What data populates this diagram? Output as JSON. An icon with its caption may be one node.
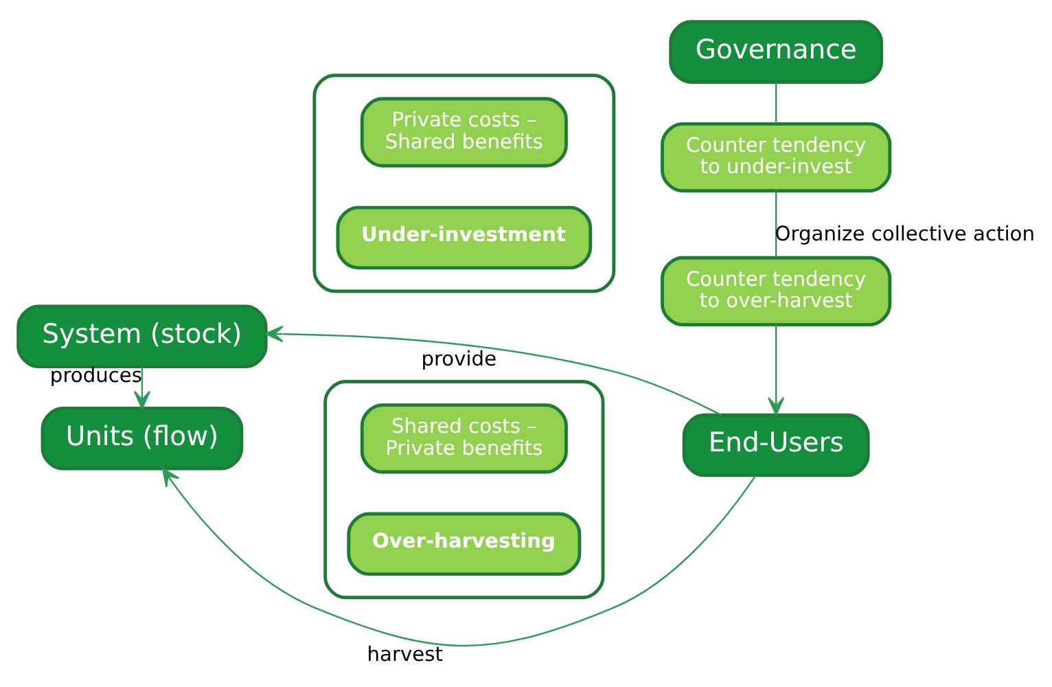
{
  "diagram": {
    "nodes": [
      {
        "text": [
          "System (stock)"
        ]
      },
      {
        "text": [
          "Governance"
        ]
      },
      {
        "text": [],
        "shape": "box"
      },
      {
        "text": [
          "Private costs – Shared benefits"
        ],
        "in": 2
      },
      {
        "text": [
          "Under-investment"
        ],
        "in": 2
      },
      {
        "text": [
          "Counter tendency to under-invest"
        ]
      },
      {
        "text": [
          "Counter tendency to over-harvest"
        ]
      },
      {
        "text": [],
        "shape": "box"
      },
      {
        "text": [
          "Shared costs – Private benefits"
        ],
        "in": 7
      },
      {
        "text": [
          "Over-harvesting"
        ],
        "in": 7
      },
      {
        "text": [
          "Units (flow)"
        ]
      },
      {
        "text": [
          "End-Users"
        ]
      }
    ],
    "edges": [
      {
        "from": 0,
        "to": 10,
        "label": "produces",
        "arrow": "to"
      },
      {
        "from": 11,
        "to": 0,
        "label": "provide",
        "arrow": "to"
      },
      {
        "from": 11,
        "to": 10,
        "label": "harvest",
        "arrow": "to"
      },
      {
        "from": 1,
        "to": 5,
        "arrow": "none"
      },
      {
        "from": 5,
        "to": 6,
        "label": "Organize collective action",
        "arrow": "none"
      },
      {
        "from": 6,
        "to": 11,
        "arrow": "to"
      }
    ]
  }
}
